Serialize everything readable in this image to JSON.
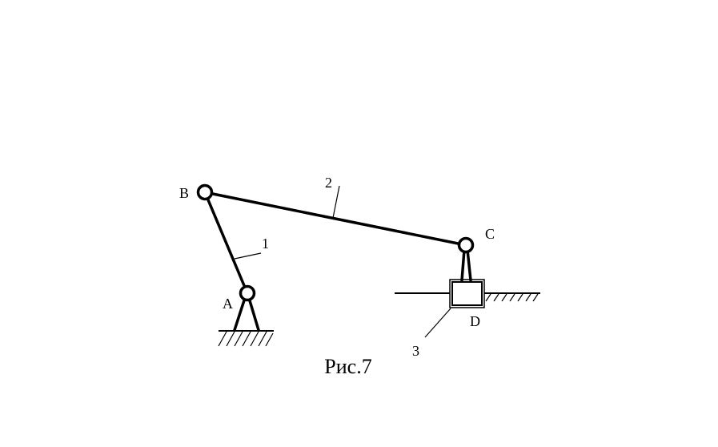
{
  "labels": {
    "point_A": "A",
    "point_B": "B",
    "point_C": "C",
    "point_D": "D",
    "link_1": "1",
    "link_2": "2",
    "link_3": "3"
  },
  "caption": "Рис.7"
}
